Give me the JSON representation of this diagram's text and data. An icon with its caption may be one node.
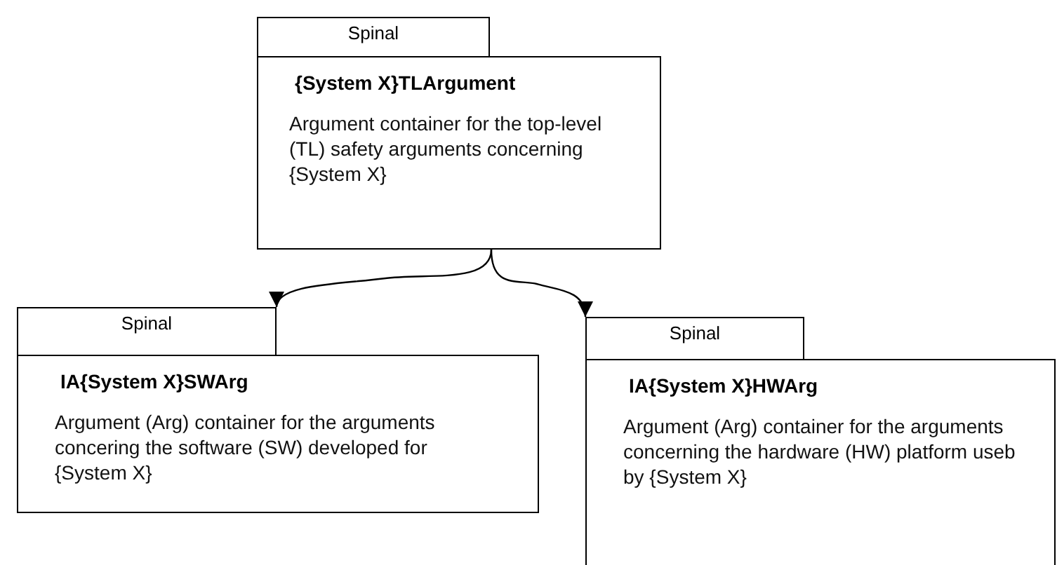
{
  "diagram": {
    "nodes": [
      {
        "text": [
          "Spinal",
          "{System X}TLArgument",
          "Argument container for the top-level (TL) safety arguments concerning {System X}"
        ]
      },
      {
        "text": [
          "Spinal",
          "IA{System X}SWArg",
          "Argument (Arg) container for the arguments concering the software (SW) developed for {System X}"
        ]
      },
      {
        "text": [
          "Spinal",
          "IA{System X}HWArg",
          "Argument (Arg) container for the arguments concerning the hardware (HW) platform useb by {System X}"
        ]
      }
    ],
    "edges": [
      {
        "from": 0,
        "to": 1,
        "arrow": "to"
      },
      {
        "from": 0,
        "to": 2,
        "arrow": "to"
      }
    ]
  }
}
